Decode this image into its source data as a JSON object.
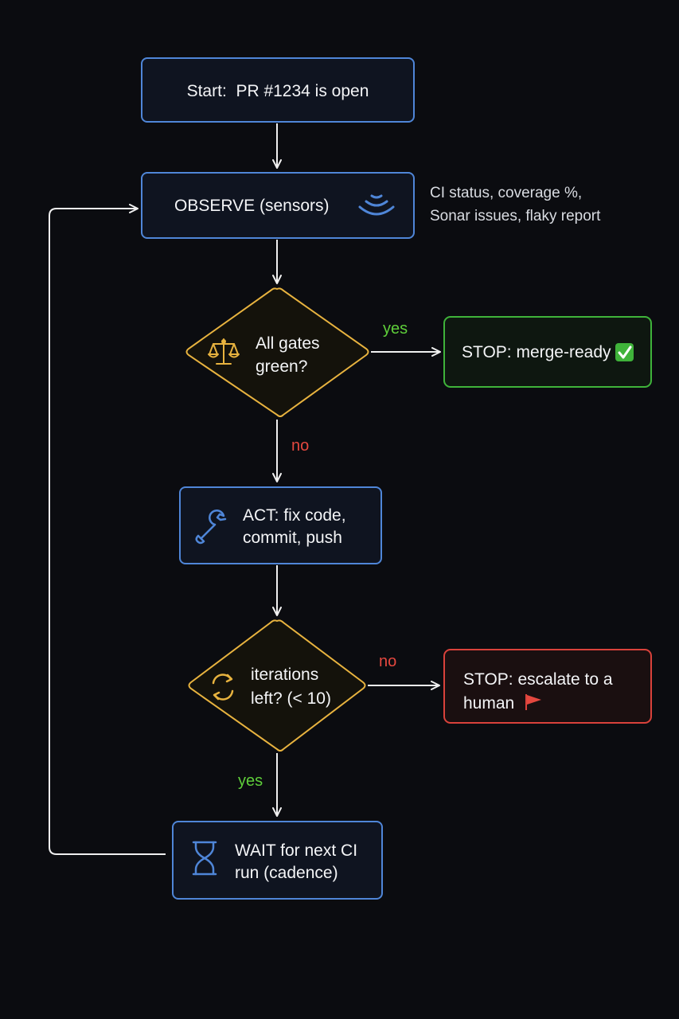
{
  "nodes": {
    "start": {
      "label": "Start:  PR #1234 is open"
    },
    "observe": {
      "label": "OBSERVE (sensors)"
    },
    "observe_note": {
      "line1": "CI status, coverage %,",
      "line2": "Sonar issues, flaky report"
    },
    "gates": {
      "line1": "All gates",
      "line2": "green?"
    },
    "stop_merge": {
      "label": "STOP: merge-ready"
    },
    "act": {
      "line1": "ACT: fix code,",
      "line2": "commit, push"
    },
    "iterations": {
      "line1": "iterations",
      "line2": "left? (< 10)"
    },
    "stop_escalate": {
      "line1": "STOP: escalate to a",
      "line2": "human"
    },
    "wait": {
      "line1": "WAIT for next CI",
      "line2": "run (cadence)"
    }
  },
  "edge_labels": {
    "gates_yes": "yes",
    "gates_no": "no",
    "iterations_no": "no",
    "iterations_yes": "yes"
  },
  "icons": {
    "observe": "sensor-waves-icon",
    "gates": "balance-scale-icon",
    "stop_merge": "checkmark-icon",
    "act": "wrench-icon",
    "iterations": "refresh-icon",
    "stop_escalate": "red-flag-icon",
    "wait": "hourglass-icon"
  },
  "colors": {
    "background": "#0b0c10",
    "process_border": "#4f86d8",
    "decision_border": "#e8b33f",
    "success_border": "#3fb33a",
    "failure_border": "#d9423b",
    "yes_label": "#5fcf3a",
    "no_label": "#e5483f"
  }
}
